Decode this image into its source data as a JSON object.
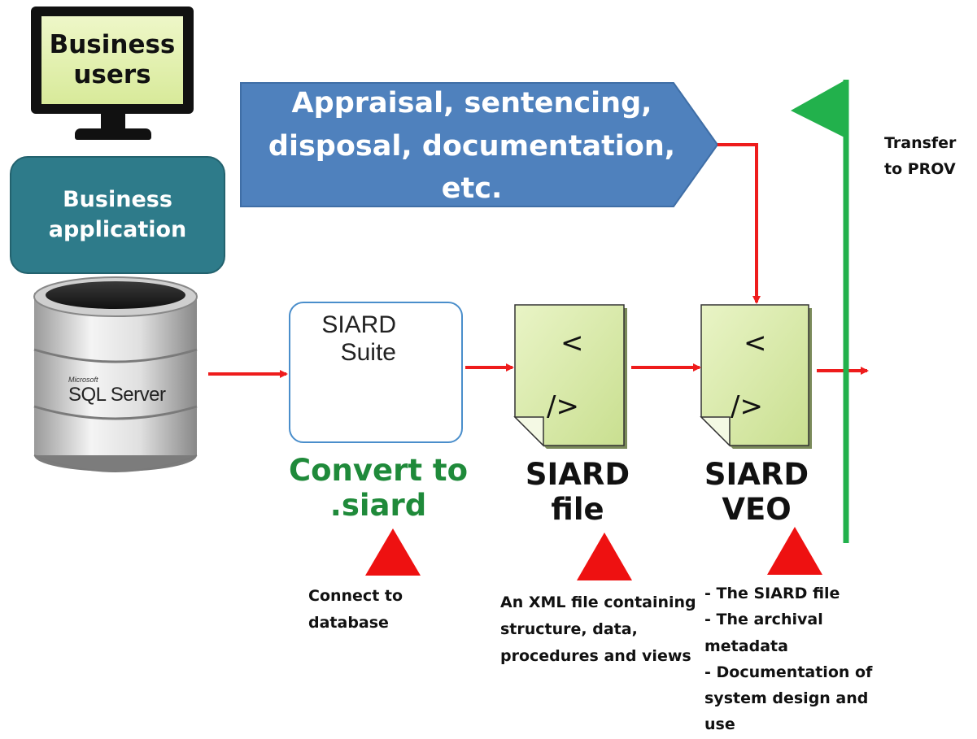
{
  "monitor": {
    "label": "Business users"
  },
  "app": {
    "label": "Business application"
  },
  "banner": {
    "label": "Appraisal, sentencing, disposal, documentation, etc."
  },
  "database": {
    "brand_small": "Microsoft",
    "label": "SQL Server"
  },
  "suite": {
    "label": "SIARD Suite"
  },
  "steps": {
    "convert": {
      "label": "Convert to .siard",
      "note": "Connect to database"
    },
    "file": {
      "label": "SIARD file",
      "note": "An XML file containing structure, data, procedures and views",
      "icon_open": "<",
      "icon_close": "/>"
    },
    "veo": {
      "label": "SIARD VEO",
      "note_lines": [
        "- The SIARD file",
        "- The archival metadata",
        "- Documentation of system design and use"
      ],
      "icon_open": "<",
      "icon_close": "/>"
    }
  },
  "transfer": {
    "label": "Transfer to PROV"
  },
  "colors": {
    "arrow": "#ee1c1c",
    "flag": "#22b14c",
    "banner": "#4f81bd",
    "app_box": "#2e7b8a",
    "doc": "#d6e8a8",
    "convert_label": "#1f8a3a"
  }
}
